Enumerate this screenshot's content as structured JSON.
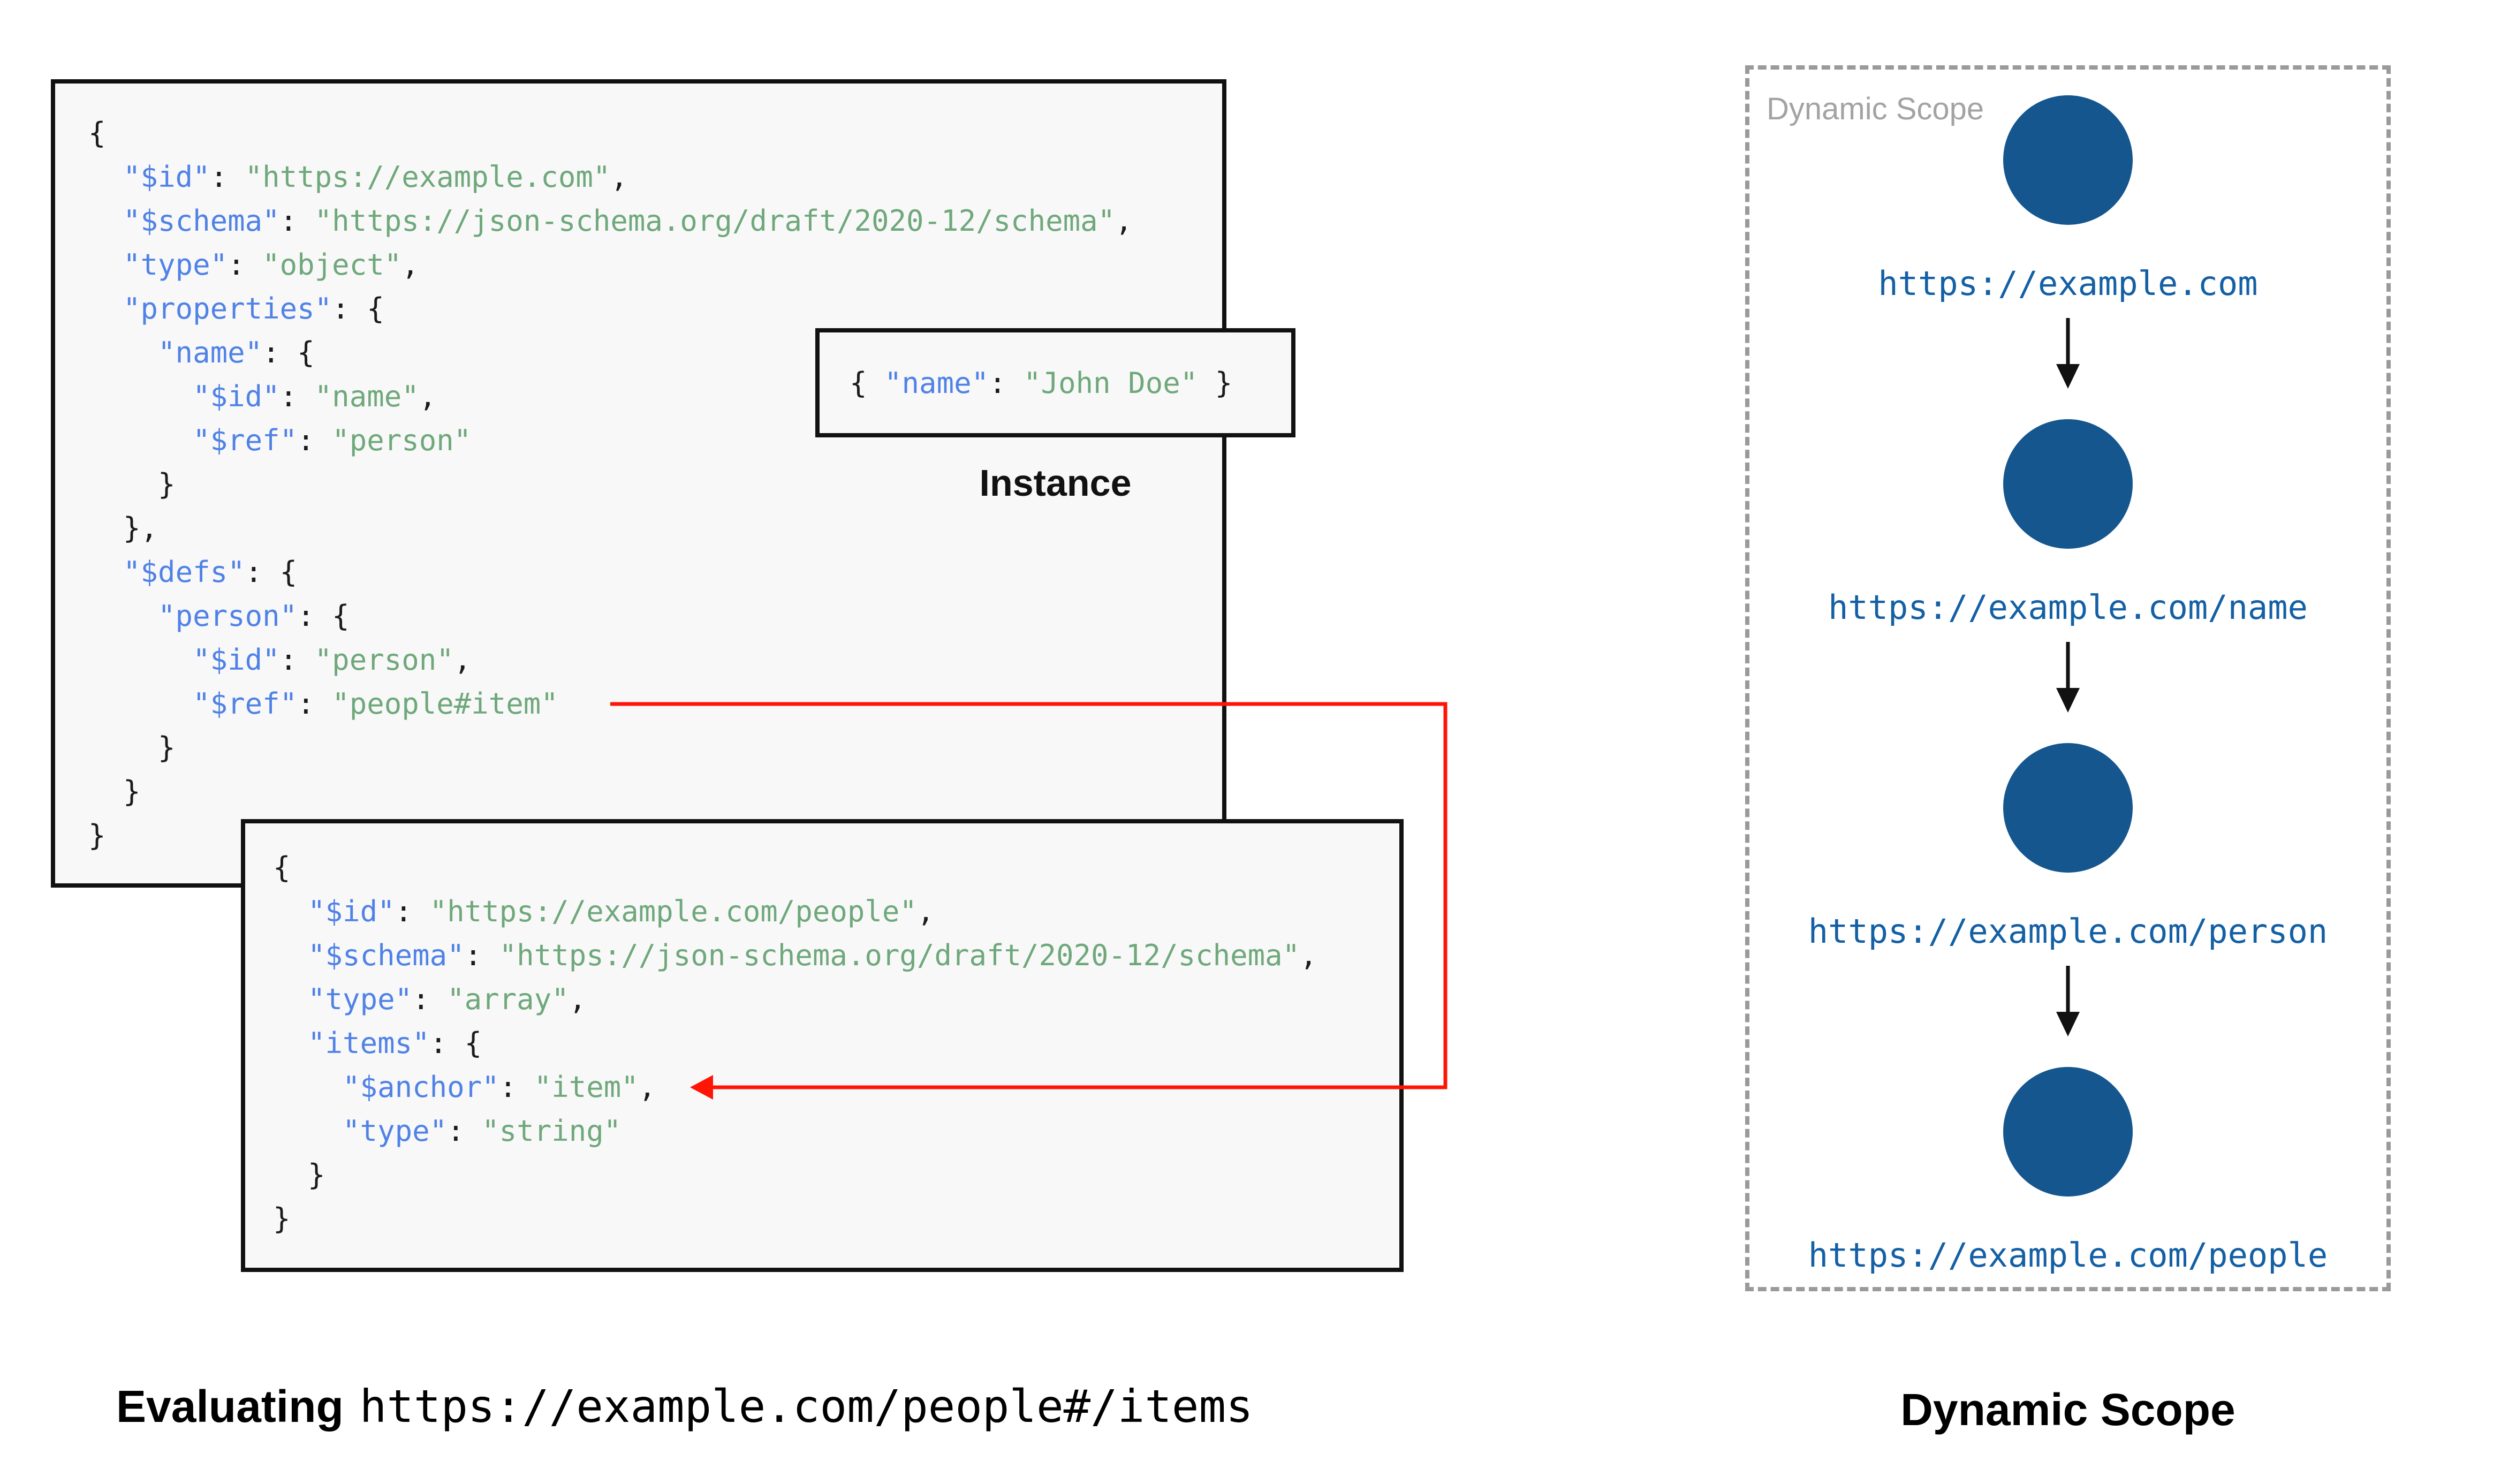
{
  "colors": {
    "key_blue": "#5082E6",
    "string_green": "#6FA87A",
    "punct_black": "#1b1b1b",
    "box_fill": "#F8F8F9",
    "box_border": "#111111",
    "node_fill": "#15568F",
    "url_blue": "#1460A5",
    "red_accent": "#FF1505",
    "gray_border": "#9A9A9A",
    "gray_label": "#A3A3A3",
    "black_arrow": "#111111"
  },
  "main_schema_box": {
    "lines": [
      [
        [
          "p",
          "{"
        ]
      ],
      [
        [
          "p",
          "  "
        ],
        [
          "k",
          "\"$id\""
        ],
        [
          "p",
          ": "
        ],
        [
          "s",
          "\"https://example.com\""
        ],
        [
          "p",
          ","
        ]
      ],
      [
        [
          "p",
          "  "
        ],
        [
          "k",
          "\"$schema\""
        ],
        [
          "p",
          ": "
        ],
        [
          "s",
          "\"https://json-schema.org/draft/2020-12/schema\""
        ],
        [
          "p",
          ","
        ]
      ],
      [
        [
          "p",
          "  "
        ],
        [
          "k",
          "\"type\""
        ],
        [
          "p",
          ": "
        ],
        [
          "s",
          "\"object\""
        ],
        [
          "p",
          ","
        ]
      ],
      [
        [
          "p",
          "  "
        ],
        [
          "k",
          "\"properties\""
        ],
        [
          "p",
          ": {"
        ]
      ],
      [
        [
          "p",
          "    "
        ],
        [
          "k",
          "\"name\""
        ],
        [
          "p",
          ": {"
        ]
      ],
      [
        [
          "p",
          "      "
        ],
        [
          "k",
          "\"$id\""
        ],
        [
          "p",
          ": "
        ],
        [
          "s",
          "\"name\""
        ],
        [
          "p",
          ","
        ]
      ],
      [
        [
          "p",
          "      "
        ],
        [
          "k",
          "\"$ref\""
        ],
        [
          "p",
          ": "
        ],
        [
          "s",
          "\"person\""
        ]
      ],
      [
        [
          "p",
          "    }"
        ]
      ],
      [
        [
          "p",
          "  },"
        ]
      ],
      [
        [
          "p",
          "  "
        ],
        [
          "k",
          "\"$defs\""
        ],
        [
          "p",
          ": {"
        ]
      ],
      [
        [
          "p",
          "    "
        ],
        [
          "k",
          "\"person\""
        ],
        [
          "p",
          ": {"
        ]
      ],
      [
        [
          "p",
          "      "
        ],
        [
          "k",
          "\"$id\""
        ],
        [
          "p",
          ": "
        ],
        [
          "s",
          "\"person\""
        ],
        [
          "p",
          ","
        ]
      ],
      [
        [
          "p",
          "      "
        ],
        [
          "k",
          "\"$ref\""
        ],
        [
          "p",
          ": "
        ],
        [
          "s",
          "\"people#item\""
        ]
      ],
      [
        [
          "p",
          "    }"
        ]
      ],
      [
        [
          "p",
          "  }"
        ]
      ],
      [
        [
          "p",
          "}"
        ]
      ]
    ]
  },
  "people_schema_box": {
    "lines": [
      [
        [
          "p",
          "{"
        ]
      ],
      [
        [
          "p",
          "  "
        ],
        [
          "k",
          "\"$id\""
        ],
        [
          "p",
          ": "
        ],
        [
          "s",
          "\"https://example.com/people\""
        ],
        [
          "p",
          ","
        ]
      ],
      [
        [
          "p",
          "  "
        ],
        [
          "k",
          "\"$schema\""
        ],
        [
          "p",
          ": "
        ],
        [
          "s",
          "\"https://json-schema.org/draft/2020-12/schema\""
        ],
        [
          "p",
          ","
        ]
      ],
      [
        [
          "p",
          "  "
        ],
        [
          "k",
          "\"type\""
        ],
        [
          "p",
          ": "
        ],
        [
          "s",
          "\"array\""
        ],
        [
          "p",
          ","
        ]
      ],
      [
        [
          "p",
          "  "
        ],
        [
          "k",
          "\"items\""
        ],
        [
          "p",
          ": {"
        ]
      ],
      [
        [
          "p",
          "    "
        ],
        [
          "k",
          "\"$anchor\""
        ],
        [
          "p",
          ": "
        ],
        [
          "s",
          "\"item\""
        ],
        [
          "p",
          ","
        ]
      ],
      [
        [
          "p",
          "    "
        ],
        [
          "k",
          "\"type\""
        ],
        [
          "p",
          ": "
        ],
        [
          "s",
          "\"string\""
        ]
      ],
      [
        [
          "p",
          "  }"
        ]
      ],
      [
        [
          "p",
          "}"
        ]
      ]
    ]
  },
  "instance": {
    "label": "Instance",
    "line": [
      [
        "p",
        "{ "
      ],
      [
        "k",
        "\"name\""
      ],
      [
        "p",
        ": "
      ],
      [
        "s",
        "\"John Doe\""
      ],
      [
        "p",
        " }"
      ]
    ]
  },
  "dynamic_scope": {
    "panel_label": "Dynamic Scope",
    "nodes": [
      "https://example.com",
      "https://example.com/name",
      "https://example.com/person",
      "https://example.com/people"
    ],
    "caption": "Dynamic Scope"
  },
  "evaluating": {
    "prefix": "Evaluating",
    "uri": "https://example.com/people#/items"
  }
}
